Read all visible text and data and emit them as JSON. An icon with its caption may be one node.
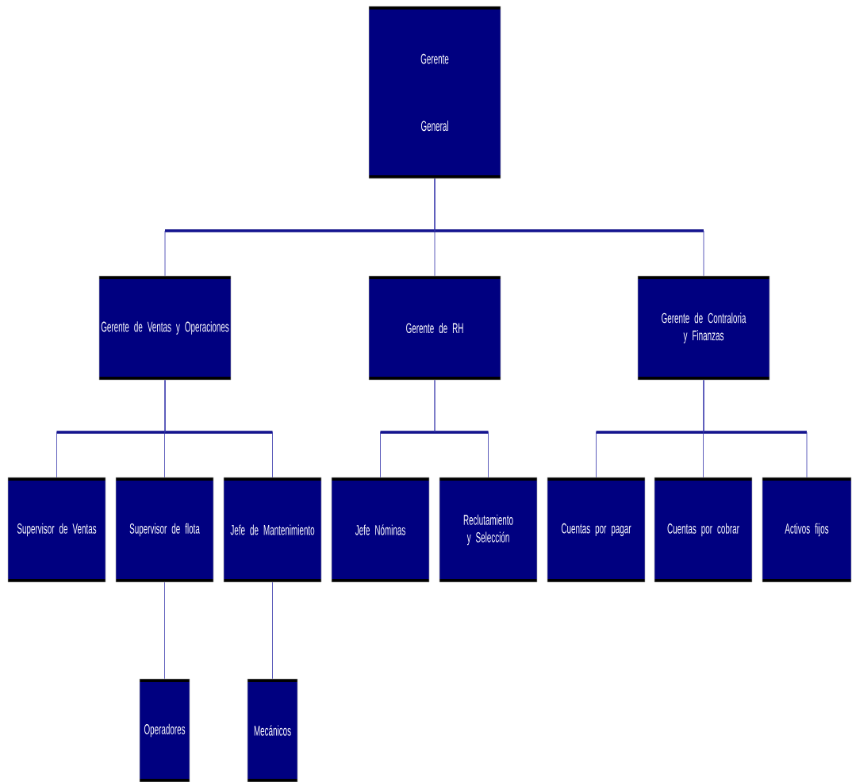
{
  "diagram": {
    "nodes": [
      {
        "text": [
          "Gerente General"
        ]
      },
      {
        "text": [
          "Gerente de Ventas y Operaciones"
        ]
      },
      {
        "text": [
          "Gerente de RH"
        ]
      },
      {
        "text": [
          "Gerente de Contraloria y Finanzas"
        ]
      },
      {
        "text": [
          "Supervisor de Ventas"
        ]
      },
      {
        "text": [
          "Supervisor de flota"
        ]
      },
      {
        "text": [
          "Jefe de Mantenimiento"
        ]
      },
      {
        "text": [
          "Jefe Nóminas"
        ]
      },
      {
        "text": [
          "Reclutamiento y Selección"
        ]
      },
      {
        "text": [
          "Cuentas por pagar"
        ]
      },
      {
        "text": [
          "Cuentas por cobrar"
        ]
      },
      {
        "text": [
          "Activos fijos"
        ]
      },
      {
        "text": [
          "Operadores"
        ]
      },
      {
        "text": [
          "Mecánicos"
        ]
      }
    ],
    "edges": [
      {
        "from": 0,
        "to": 1,
        "arrow": "none"
      },
      {
        "from": 0,
        "to": 2,
        "arrow": "none"
      },
      {
        "from": 0,
        "to": 3,
        "arrow": "none"
      },
      {
        "from": 1,
        "to": 4,
        "arrow": "none"
      },
      {
        "from": 1,
        "to": 5,
        "arrow": "none"
      },
      {
        "from": 1,
        "to": 6,
        "arrow": "none"
      },
      {
        "from": 2,
        "to": 7,
        "arrow": "none"
      },
      {
        "from": 2,
        "to": 8,
        "arrow": "none"
      },
      {
        "from": 3,
        "to": 9,
        "arrow": "none"
      },
      {
        "from": 3,
        "to": 10,
        "arrow": "none"
      },
      {
        "from": 3,
        "to": 11,
        "arrow": "none"
      },
      {
        "from": 5,
        "to": 12,
        "arrow": "none"
      },
      {
        "from": 6,
        "to": 13,
        "arrow": "none"
      }
    ]
  }
}
